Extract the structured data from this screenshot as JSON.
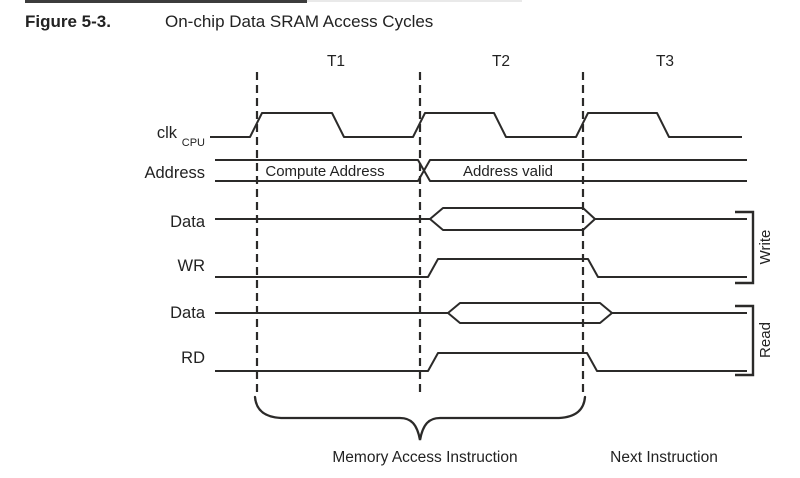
{
  "figure": {
    "label": "Figure 5-3.",
    "title": "On-chip Data SRAM Access Cycles"
  },
  "timing": {
    "cycles": [
      "T1",
      "T2",
      "T3"
    ],
    "signals": [
      {
        "name": "clk",
        "sub": "CPU"
      },
      {
        "name": "Address"
      },
      {
        "name": "Data"
      },
      {
        "name": "WR"
      },
      {
        "name": "Data"
      },
      {
        "name": "RD"
      }
    ],
    "address_phases": {
      "compute": "Compute Address",
      "valid": "Address valid"
    },
    "groups": {
      "write": "Write",
      "read": "Read"
    },
    "annotations": {
      "memory_access": "Memory Access Instruction",
      "next": "Next Instruction"
    }
  },
  "colors": {
    "line": "#2b2a29",
    "text": "#222222"
  }
}
